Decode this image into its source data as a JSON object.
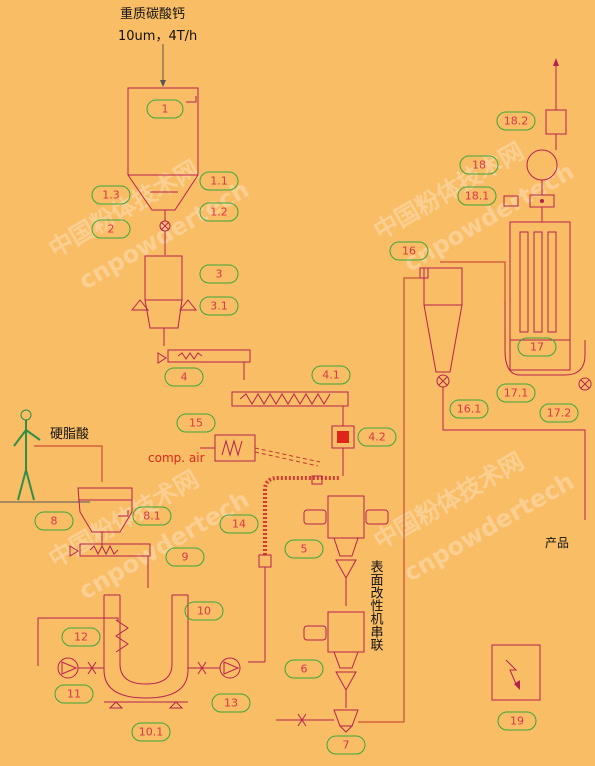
{
  "header": {
    "material": "重质碳酸钙",
    "spec": "10um，4T/h"
  },
  "labels": {
    "stearic_acid": "硬脂酸",
    "comp_air": "comp. air",
    "series_note": "表面改性机串联",
    "product": "产品"
  },
  "watermark": {
    "line1": "中国粉体技术网",
    "line2": "cnpowdertech"
  },
  "tags": [
    "1",
    "1.1",
    "1.2",
    "1.3",
    "2",
    "3",
    "3.1",
    "4",
    "4.1",
    "4.2",
    "5",
    "6",
    "7",
    "8",
    "8.1",
    "9",
    "10",
    "10.1",
    "11",
    "12",
    "13",
    "14",
    "15",
    "16",
    "16.1",
    "17",
    "17.1",
    "17.2",
    "18",
    "18.1",
    "18.2",
    "19"
  ],
  "colors": {
    "background": "#f9bd66",
    "equipment": "#b8214f",
    "tag_outline": "#39a83a",
    "tag_text": "#d8364a",
    "air_label": "#e0261b"
  }
}
